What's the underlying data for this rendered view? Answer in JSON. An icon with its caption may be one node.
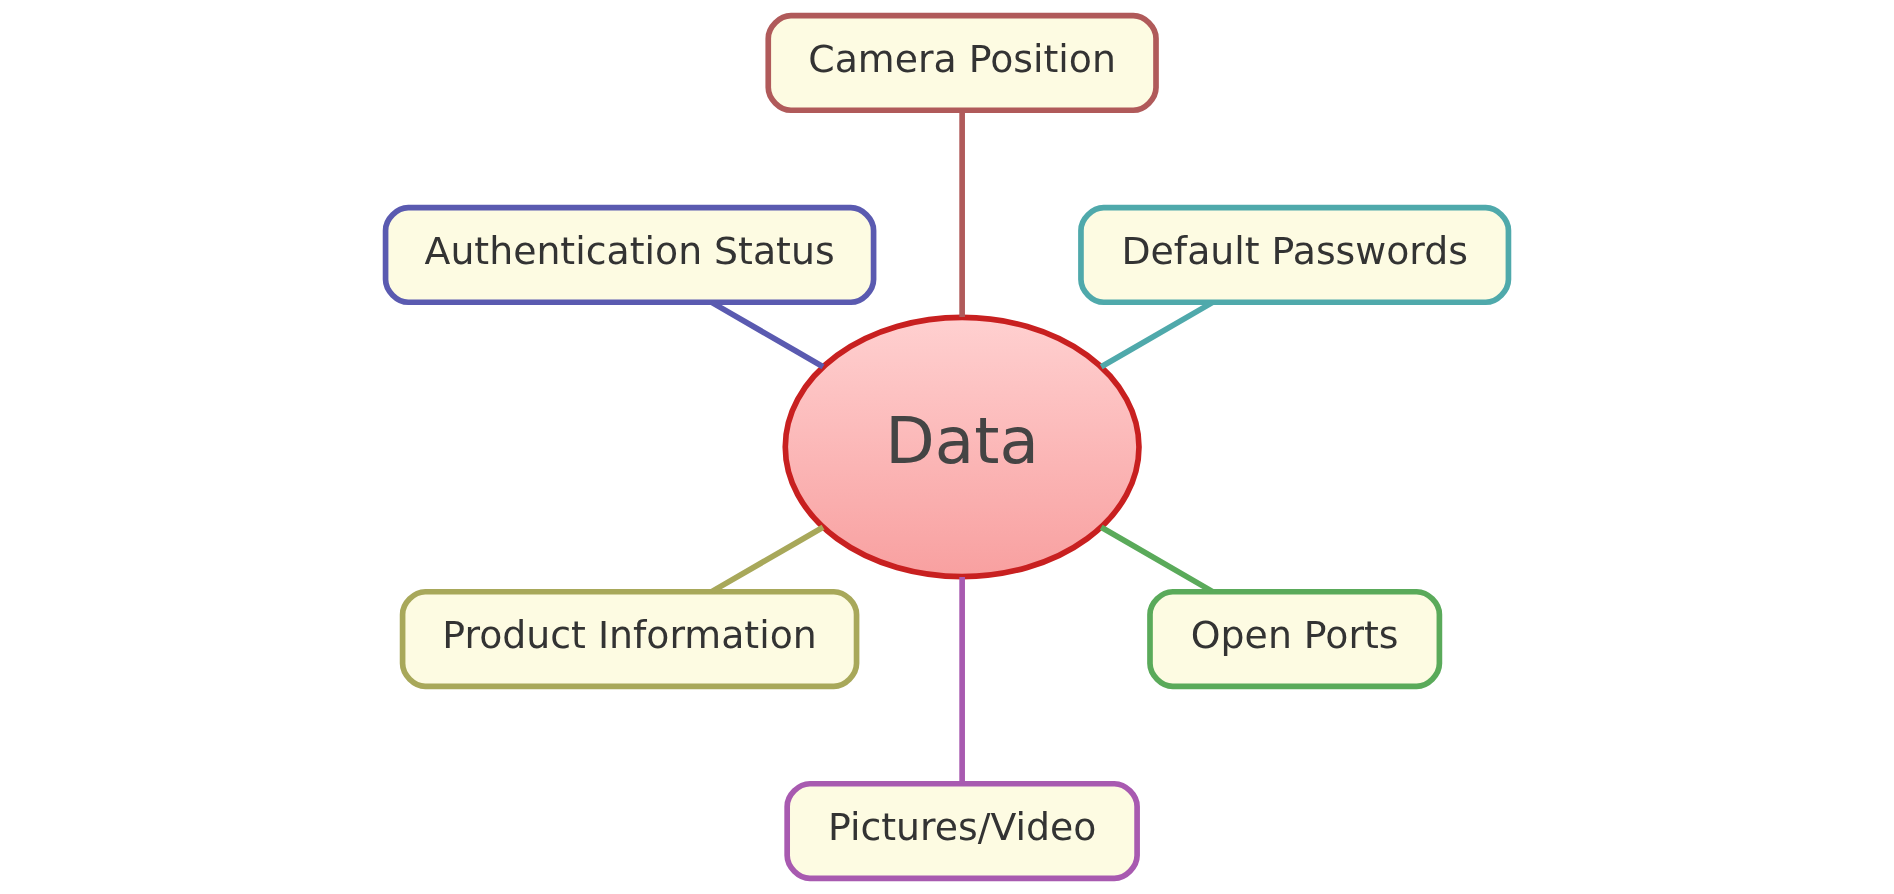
{
  "diagram": {
    "nodes": [
      {
        "text": [
          "Default Passwords"
        ]
      },
      {
        "text": [
          "Camera Position"
        ]
      },
      {
        "text": [
          "Authentication Status"
        ]
      },
      {
        "text": [
          "Data"
        ]
      },
      {
        "text": [
          "Product Information"
        ]
      },
      {
        "text": [
          "Pictures/Video"
        ]
      },
      {
        "text": [
          "Open Ports"
        ]
      }
    ],
    "edges": [
      {
        "from": 3,
        "to": 0,
        "arrow": "none",
        "color": "#4fa9ab"
      },
      {
        "from": 3,
        "to": 1,
        "arrow": "none",
        "color": "#b05a5a"
      },
      {
        "from": 3,
        "to": 2,
        "arrow": "none",
        "color": "#5a5ab0"
      },
      {
        "from": 3,
        "to": 4,
        "arrow": "none",
        "color": "#a8a85a"
      },
      {
        "from": 3,
        "to": 5,
        "arrow": "none",
        "color": "#a85ab0"
      },
      {
        "from": 3,
        "to": 6,
        "arrow": "none",
        "color": "#5aaa5a"
      }
    ]
  }
}
